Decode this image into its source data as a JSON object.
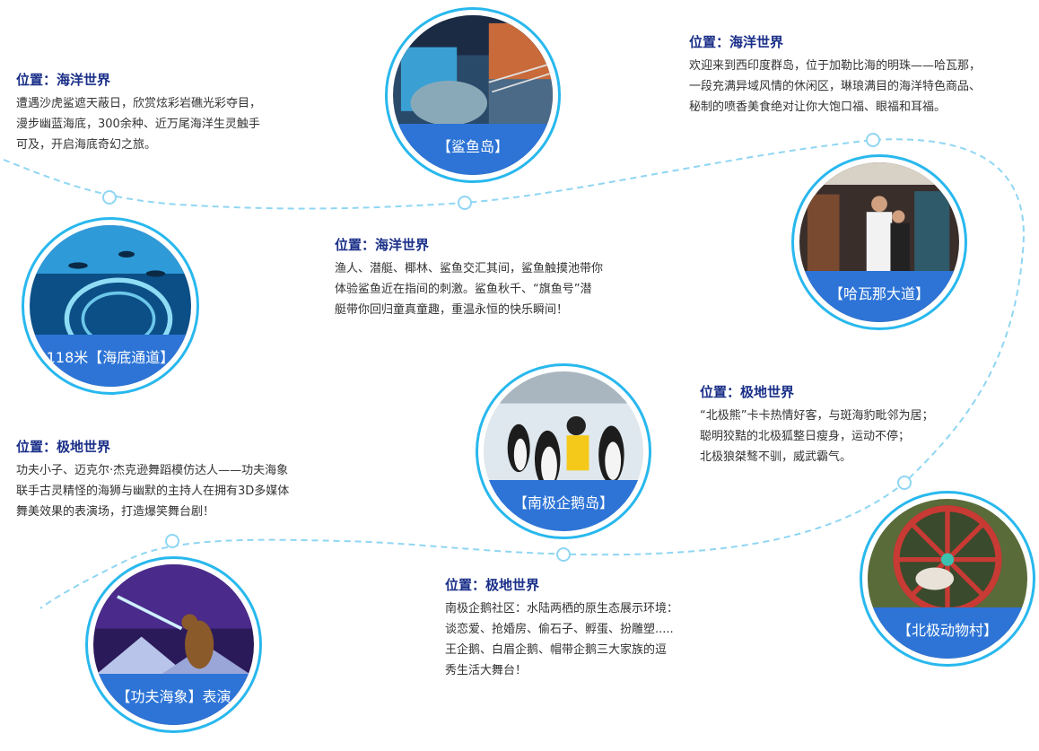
{
  "colors": {
    "path": "#8fd6f3",
    "ring": "#28b8ee",
    "caption_bg": "#2d74d6",
    "location_text": "#1a2f88",
    "body_text": "#333333"
  },
  "spots": [
    {
      "caption": "【鲨鱼岛】",
      "scene_icon": "aquarium-tank-icon"
    },
    {
      "caption": "118米【海底通道】",
      "scene_icon": "underwater-tunnel-icon"
    },
    {
      "caption": "【哈瓦那大道】",
      "scene_icon": "street-couple-icon"
    },
    {
      "caption": "【南极企鹅岛】",
      "scene_icon": "penguin-icon"
    },
    {
      "caption": "【北极动物村】",
      "scene_icon": "animal-wheel-icon"
    },
    {
      "caption": "【功夫海象】表演",
      "scene_icon": "sea-lion-icon"
    }
  ],
  "blocks": [
    {
      "location": "位置：海洋世界",
      "text": "遭遇沙虎鲨遮天蔽日，欣赏炫彩岩礁光彩夺目，\n漫步幽蓝海底，300余种、近万尾海洋生灵触手\n可及，开启海底奇幻之旅。"
    },
    {
      "location": "位置：海洋世界",
      "text": "欢迎来到西印度群岛，位于加勒比海的明珠——哈瓦那，\n一段充满异域风情的休闲区，琳琅满目的海洋特色商品、\n秘制的喷香美食绝对让你大饱口福、眼福和耳福。"
    },
    {
      "location": "位置：海洋世界",
      "text": "渔人、潜艇、椰林、鲨鱼交汇其间，鲨鱼触摸池带你\n体验鲨鱼近在指间的刺激。鲨鱼秋千、“旗鱼号”潜\n艇带你回归童真童趣，重温永恒的快乐瞬间！"
    },
    {
      "location": "位置：极地世界",
      "text": "“北极熊”卡卡热情好客，与斑海豹毗邻为居；\n聪明狡黠的北极狐整日瘦身，运动不停；\n北极狼桀骜不驯，威武霸气。"
    },
    {
      "location": "位置：极地世界",
      "text": "功夫小子、迈克尔·杰克逊舞蹈模仿达人——功夫海象\n联手古灵精怪的海狮与幽默的主持人在拥有3D多媒体\n舞美效果的表演场，打造爆笑舞台剧！"
    },
    {
      "location": "位置：极地世界",
      "text": "南极企鹅社区：水陆两栖的原生态展示环境：\n谈恋爱、抢婚房、偷石子、孵蛋、扮雕塑.....\n王企鹅、白眉企鹅、帽带企鹅三大家族的逗\n秀生活大舞台！"
    }
  ]
}
